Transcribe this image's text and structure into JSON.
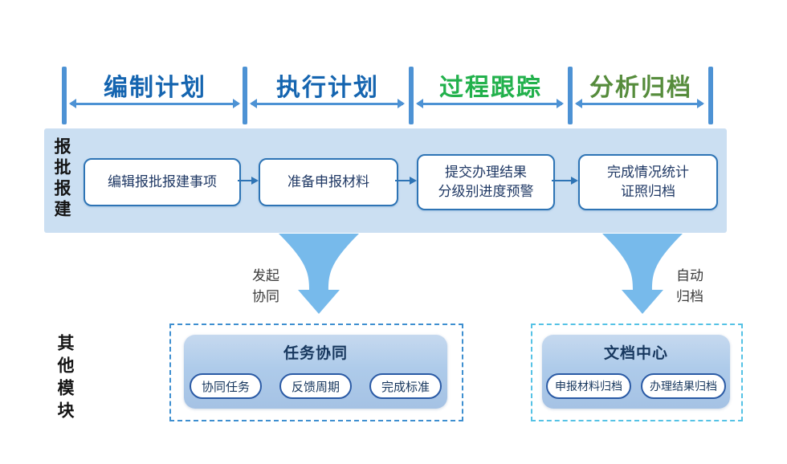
{
  "colors": {
    "timeline_blue": "#4D92D4",
    "stage_blue": "#1565B0",
    "stage_green_bright": "#22B14C",
    "stage_green_olive": "#568C3C",
    "band_background": "#CBDFF2",
    "box_border_blue": "#2E74B5",
    "box_text_navy": "#1F3864",
    "funnel_blue": "#77BAEB",
    "panel_navy": "#17375E",
    "dashed_left_blue": "#3E8FD0",
    "dashed_right_cyan": "#55C2E5"
  },
  "timeline": {
    "stages": [
      {
        "label": "编制计划"
      },
      {
        "label": "执行计划"
      },
      {
        "label": "过程跟踪"
      },
      {
        "label": "分析归档"
      }
    ]
  },
  "band": {
    "side_label": "报批报建",
    "boxes": [
      {
        "text": "编辑报批报建事项"
      },
      {
        "text": "准备申报材料"
      },
      {
        "text": "提交办理结果\n分级别进度预警"
      },
      {
        "text": "完成情况统计\n证照归档"
      }
    ]
  },
  "flows": {
    "left_label": "发起\n协同",
    "right_label": "自动\n归档"
  },
  "other_modules": {
    "side_label": "其他模块",
    "panels": [
      {
        "title": "任务协同",
        "pills": [
          "协同任务",
          "反馈周期",
          "完成标准"
        ]
      },
      {
        "title": "文档中心",
        "pills": [
          "申报材料归档",
          "办理结果归档"
        ]
      }
    ]
  }
}
